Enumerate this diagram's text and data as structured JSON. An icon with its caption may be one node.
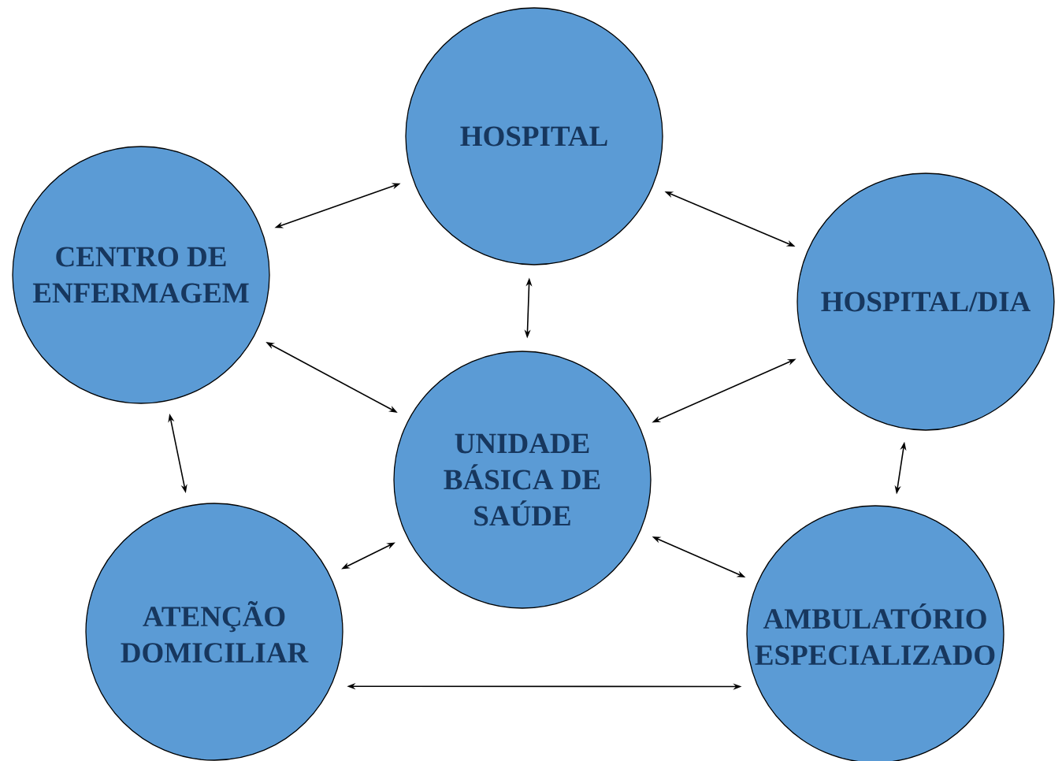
{
  "diagram": {
    "nodes": [
      {
        "text": [
          "HOSPITAL"
        ]
      },
      {
        "text": [
          "CENTRO DE ENFERMAGEM"
        ]
      },
      {
        "text": [
          "HOSPITAL/DIA"
        ]
      },
      {
        "text": [
          "UNIDADE BÁSICA DE SAÚDE"
        ]
      },
      {
        "text": [
          "ATENÇÃO DOMICILIAR"
        ]
      },
      {
        "text": [
          "AMBULATÓRIO ESPECIALIZADO"
        ]
      }
    ],
    "edges": [
      {
        "from": 1,
        "to": 0,
        "arrow": "both"
      },
      {
        "from": 0,
        "to": 2,
        "arrow": "both"
      },
      {
        "from": 0,
        "to": 3,
        "arrow": "both"
      },
      {
        "from": 1,
        "to": 3,
        "arrow": "both"
      },
      {
        "from": 2,
        "to": 3,
        "arrow": "both"
      },
      {
        "from": 1,
        "to": 4,
        "arrow": "both"
      },
      {
        "from": 2,
        "to": 5,
        "arrow": "both"
      },
      {
        "from": 3,
        "to": 4,
        "arrow": "both"
      },
      {
        "from": 3,
        "to": 5,
        "arrow": "both"
      },
      {
        "from": 4,
        "to": 5,
        "arrow": "both"
      }
    ]
  }
}
